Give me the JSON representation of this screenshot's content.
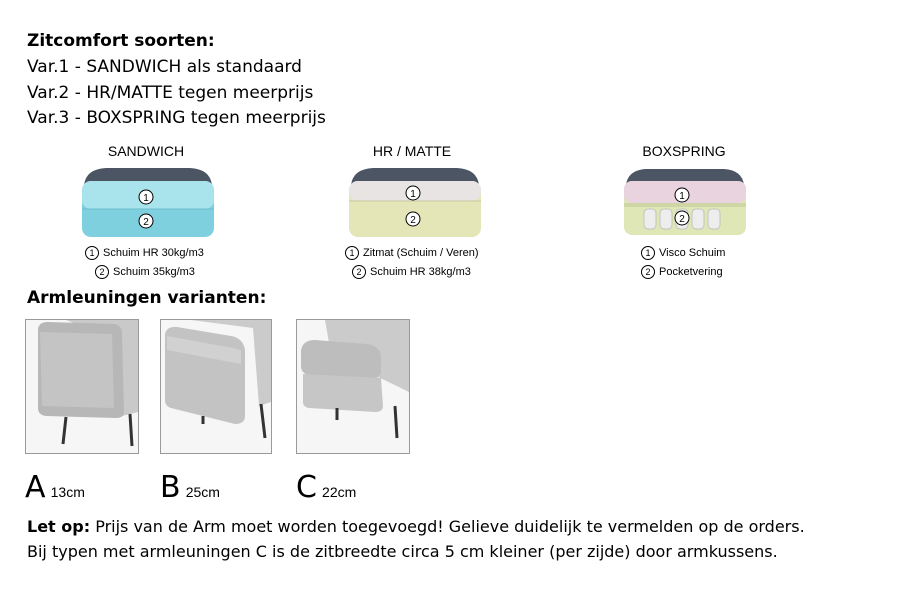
{
  "intro": {
    "heading": "Zitcomfort soorten:",
    "lines": [
      "Var.1 - SANDWICH als standaard",
      "Var.2 - HR/MATTE tegen meerprijs",
      "Var.3 - BOXSPRING tegen meerprijs"
    ]
  },
  "cushions": [
    {
      "title": "SANDWICH",
      "legend": [
        {
          "n": "1",
          "text": "Schuim HR 30kg/m3"
        },
        {
          "n": "2",
          "text": "Schuim 35kg/m3"
        }
      ]
    },
    {
      "title": "HR / MATTE",
      "legend": [
        {
          "n": "1",
          "text": "Zitmat (Schuim / Veren)"
        },
        {
          "n": "2",
          "text": "Schuim HR 38kg/m3"
        }
      ]
    },
    {
      "title": "BOXSPRING",
      "legend": [
        {
          "n": "1",
          "text": "Visco Schuim"
        },
        {
          "n": "2",
          "text": "Pocketvering"
        }
      ]
    }
  ],
  "armrests": {
    "heading": "Armleuningen varianten:",
    "items": [
      {
        "letter": "A",
        "size": "13cm"
      },
      {
        "letter": "B",
        "size": "25cm"
      },
      {
        "letter": "C",
        "size": "22cm"
      }
    ]
  },
  "note": {
    "label": "Let op:",
    "line1": "Prijs van de Arm moet worden toegevoegd! Gelieve duidelijk te vermelden op de orders.",
    "line2": "Bij typen met armleuningen C is de zitbreedte circa 5 cm kleiner (per zijde) door armkussens."
  }
}
